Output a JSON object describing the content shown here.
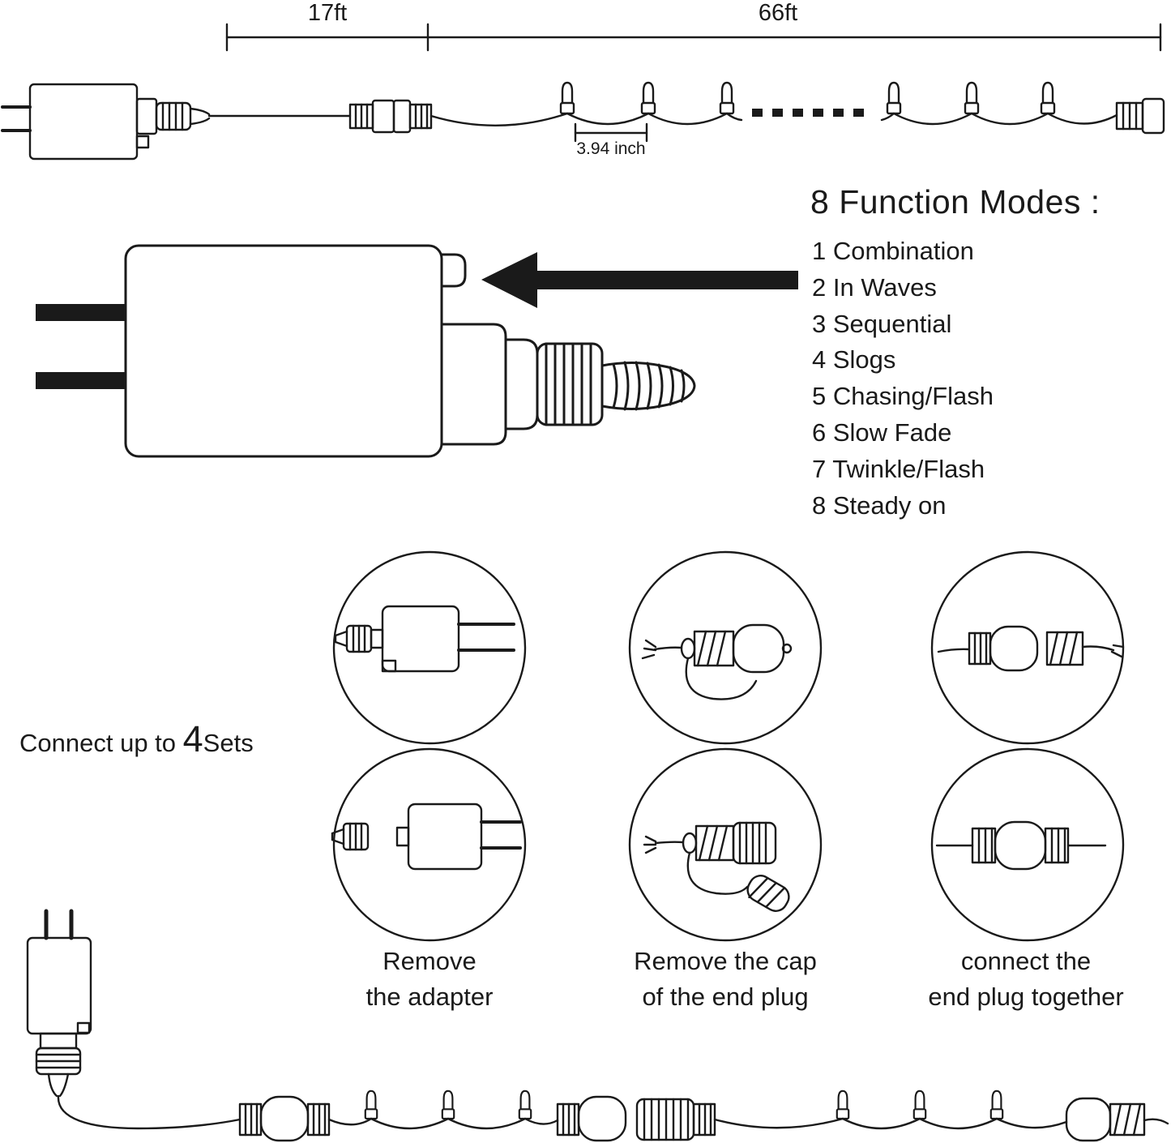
{
  "top_diagram": {
    "lead_length": "17ft",
    "main_length": "66ft",
    "bulb_spacing": "3.94 inch"
  },
  "function_modes": {
    "title": "8 Function Modes :",
    "items": [
      "1 Combination",
      "2 In Waves",
      "3 Sequential",
      "4 Slogs",
      "5 Chasing/Flash",
      "6 Slow Fade",
      "7 Twinkle/Flash",
      "8 Steady on"
    ]
  },
  "connection": {
    "text_before": "Connect up to ",
    "sets_count": "4",
    "text_after": "Sets"
  },
  "steps": [
    {
      "line1": "Remove",
      "line2": "the adapter"
    },
    {
      "line1": "Remove the cap",
      "line2": "of the end plug"
    },
    {
      "line1": "connect the",
      "line2": "end plug together"
    }
  ],
  "colors": {
    "line": "#1a1a1a",
    "background": "#ffffff"
  }
}
